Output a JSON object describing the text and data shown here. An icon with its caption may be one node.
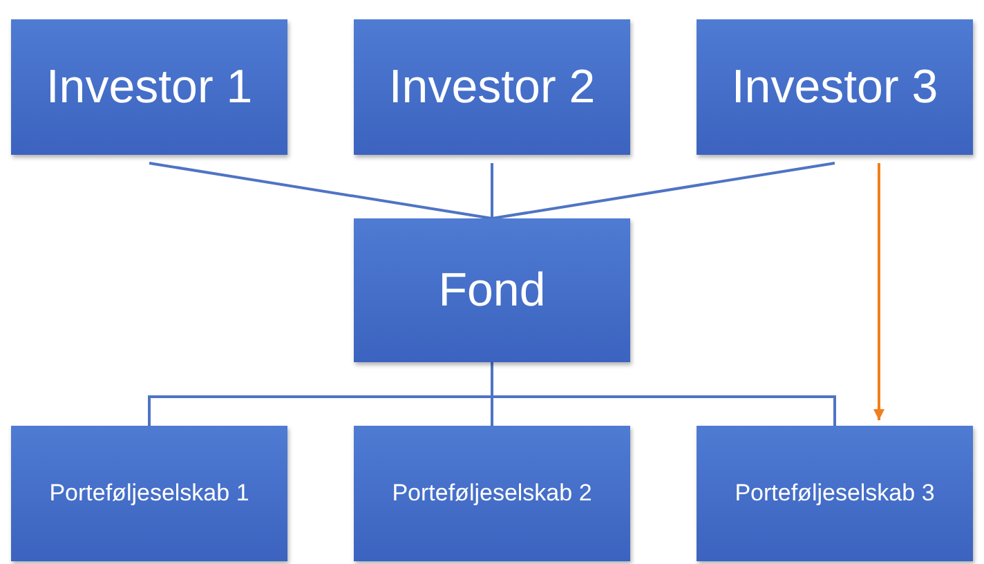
{
  "diagram": {
    "nodes": [
      {
        "text": [
          "Investor 1"
        ]
      },
      {
        "text": [
          "Investor 2"
        ]
      },
      {
        "text": [
          "Investor 3"
        ]
      },
      {
        "text": [
          "Fond"
        ]
      },
      {
        "text": [
          "Porteføljeselskab 1"
        ]
      },
      {
        "text": [
          "Porteføljeselskab 2"
        ]
      },
      {
        "text": [
          "Porteføljeselskab 3"
        ]
      }
    ],
    "edges": [
      {
        "from": 0,
        "to": 3,
        "arrow": "none"
      },
      {
        "from": 1,
        "to": 3,
        "arrow": "none"
      },
      {
        "from": 2,
        "to": 3,
        "arrow": "none"
      },
      {
        "from": 3,
        "to": 4,
        "arrow": "none"
      },
      {
        "from": 3,
        "to": 5,
        "arrow": "none"
      },
      {
        "from": 3,
        "to": 6,
        "arrow": "none"
      },
      {
        "from": 2,
        "to": 6,
        "arrow": "to",
        "color": "#f07e1c"
      }
    ]
  }
}
